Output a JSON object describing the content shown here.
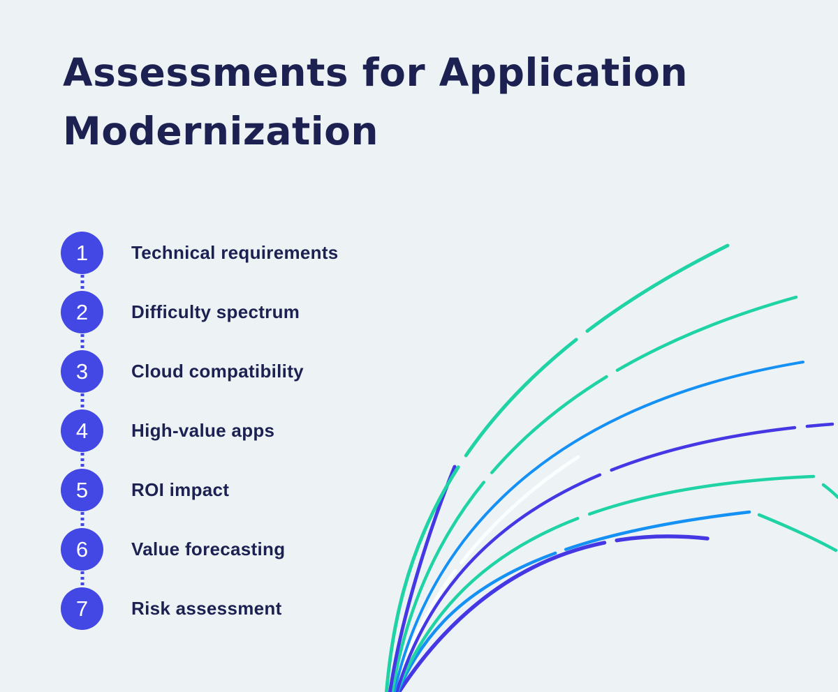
{
  "title": {
    "line1": "Assessments for Application",
    "line2": "Modernization"
  },
  "steps": [
    {
      "number": "1",
      "label": "Technical requirements"
    },
    {
      "number": "2",
      "label": "Difficulty spectrum"
    },
    {
      "number": "3",
      "label": "Cloud compatibility"
    },
    {
      "number": "4",
      "label": "High-value apps"
    },
    {
      "number": "5",
      "label": "ROI impact"
    },
    {
      "number": "6",
      "label": "Value forecasting"
    },
    {
      "number": "7",
      "label": "Risk assessment"
    }
  ],
  "colors": {
    "background": "#EDF3F5",
    "title_text": "#1C2151",
    "label_text": "#1C2151",
    "step_circle": "#4347E4",
    "step_number": "#FFFFFF",
    "curve_teal": "#1FD3A4",
    "curve_blue": "#1590F4",
    "curve_indigo": "#4538E4",
    "curve_white": "#FBFEFF"
  }
}
